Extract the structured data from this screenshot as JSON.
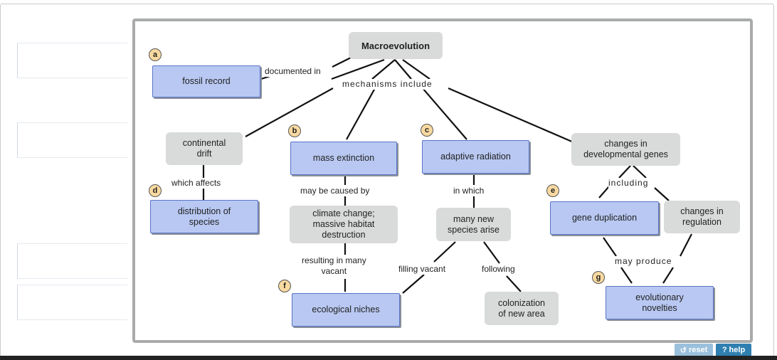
{
  "diagram": {
    "title": "Macroevolution",
    "nodes": {
      "fossil_record": "fossil record",
      "continental_drift": "continental\ndrift",
      "distribution": "distribution of\nspecies",
      "mass_extinction": "mass extinction",
      "climate_change": "climate change;\nmassive habitat\ndestruction",
      "ecological_niches": "ecological niches",
      "adaptive_radiation": "adaptive radiation",
      "new_species": "many new\nspecies arise",
      "colonization": "colonization\nof new area",
      "dev_genes": "changes in\ndevelopmental genes",
      "gene_duplication": "gene duplication",
      "changes_regulation": "changes in\nregulation",
      "novelties": "evolutionary\nnovelties"
    },
    "labels": {
      "documented_in": "documented in",
      "mechanisms_include": "mechanisms include",
      "which_affects": "which affects",
      "may_be_caused_by": "may be caused by",
      "resulting_in": "resulting in many\nvacant",
      "in_which": "in which",
      "filling_vacant": "filling vacant",
      "following": "following",
      "including": "including",
      "may_produce": "may produce"
    },
    "badges": {
      "a": "a",
      "b": "b",
      "c": "c",
      "d": "d",
      "e": "e",
      "f": "f",
      "g": "g"
    }
  },
  "controls": {
    "reset_label": "reset",
    "help_label": "help",
    "reset_icon": "refresh-icon",
    "help_icon": "question-icon"
  }
}
